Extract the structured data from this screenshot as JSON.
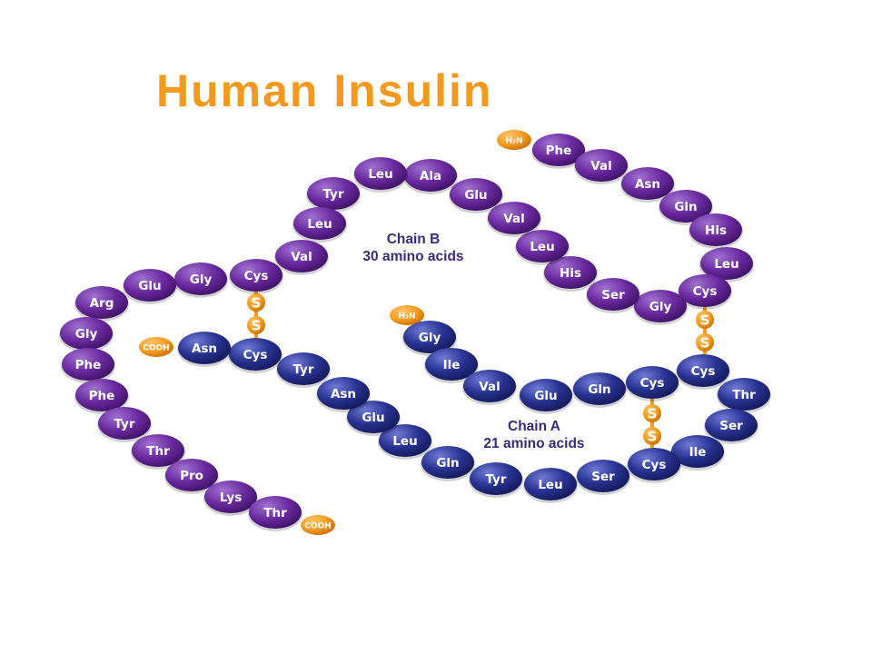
{
  "title": "Human Insulin",
  "colors": {
    "title": "#f39a1e",
    "chain_b": "#6b2aa0",
    "chain_a": "#283291",
    "terminal": "#f39a1e",
    "bond": "#f39a1e",
    "caption": "#3a2a7a"
  },
  "chain_b": {
    "label": "Chain B",
    "sublabel": "30 amino acids",
    "n_terminus": "H₂N",
    "c_terminus": "COOH",
    "residues": [
      "Phe",
      "Val",
      "Asn",
      "Gln",
      "His",
      "Leu",
      "Cys",
      "Gly",
      "Ser",
      "His",
      "Leu",
      "Val",
      "Glu",
      "Ala",
      "Leu",
      "Tyr",
      "Leu",
      "Val",
      "Cys",
      "Gly",
      "Glu",
      "Arg",
      "Gly",
      "Phe",
      "Phe",
      "Tyr",
      "Thr",
      "Pro",
      "Lys",
      "Thr"
    ]
  },
  "chain_a": {
    "label": "Chain A",
    "sublabel": "21 amino acids",
    "n_terminus": "H₂N",
    "c_terminus": "COOH",
    "residues": [
      "Gly",
      "Ile",
      "Val",
      "Glu",
      "Gln",
      "Cys",
      "Cys",
      "Thr",
      "Ser",
      "Ile",
      "Cys",
      "Ser",
      "Leu",
      "Tyr",
      "Gln",
      "Leu",
      "Glu",
      "Asn",
      "Tyr",
      "Cys",
      "Asn"
    ]
  },
  "disulfide_symbol": "S"
}
